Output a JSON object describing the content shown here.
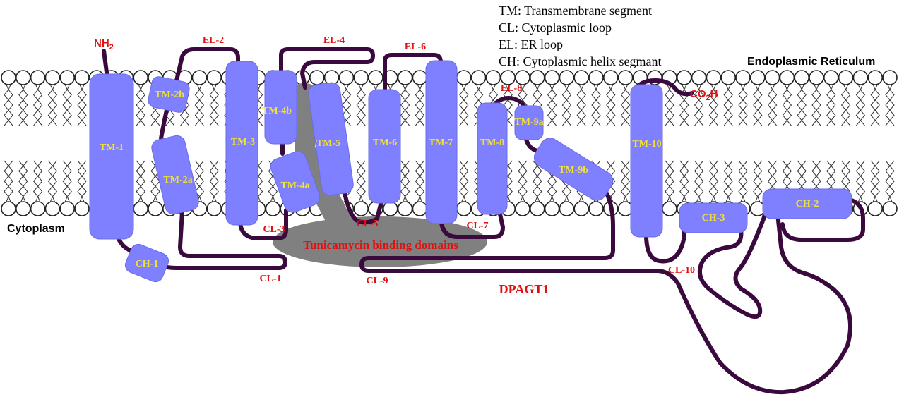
{
  "legend": [
    "TM: Transmembrane segment",
    "CL: Cytoplasmic loop",
    "EL: ER loop",
    "CH: Cytoplasmic helix segmant"
  ],
  "regions": {
    "er": "Endoplasmic Reticulum",
    "cytoplasm": "Cytoplasm"
  },
  "terminals": {
    "n_main": "NH",
    "n_sub": "2",
    "c_main_1": "CO",
    "c_sub": "2",
    "c_main_2": "H"
  },
  "protein_name": "DPAGT1",
  "binding_domain_label": "Tunicamycin binding domains",
  "segments": {
    "tm1": "TM-1",
    "tm2a": "TM-2a",
    "tm2b": "TM-2b",
    "tm3": "TM-3",
    "tm4a": "TM-4a",
    "tm4b": "TM-4b",
    "tm5": "TM-5",
    "tm6": "TM-6",
    "tm7": "TM-7",
    "tm8": "TM-8",
    "tm9a": "TM-9a",
    "tm9b": "TM-9b",
    "tm10": "TM-10",
    "ch1": "CH-1",
    "ch2": "CH-2",
    "ch3": "CH-3"
  },
  "loops": {
    "el2": "EL-2",
    "el4": "EL-4",
    "el6": "EL-6",
    "el8": "EL-8",
    "cl1": "CL-1",
    "cl3": "CL-3",
    "cl5": "CL-5",
    "cl7": "CL-7",
    "cl9": "CL-9",
    "cl10": "CL-10"
  },
  "colors": {
    "helix_fill": "#7f80ff",
    "helix_label": "#f2e233",
    "loop_label": "#e01010",
    "chain": "#3a0a3e",
    "binding_domain": "#808080"
  }
}
